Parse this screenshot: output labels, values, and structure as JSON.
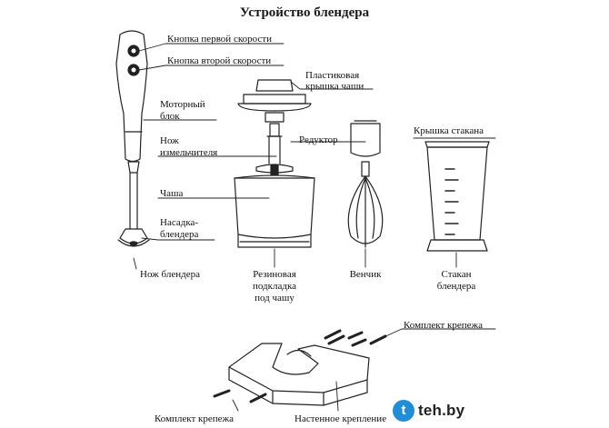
{
  "title": "Устройство блендера",
  "labels": {
    "speed1": "Кнопка первой скорости",
    "speed2": "Кнопка второй скорости",
    "motor_l1": "Моторный",
    "motor_l2": "блок",
    "knife_l1": "Нож",
    "knife_l2": "измельчителя",
    "bowl": "Чаша",
    "attach_l1": "Насадка-",
    "attach_l2": "блендера",
    "blender_knife": "Нож блендера",
    "lid_l1": "Пластиковая",
    "lid_l2": "крышка чаши",
    "gearbox": "Редуктор",
    "cup_lid": "Крышка стакана",
    "rubber_l1": "Резиновая",
    "rubber_l2": "подкладка",
    "rubber_l3": "под чашу",
    "whisk": "Венчик",
    "cup_l1": "Стакан",
    "cup_l2": "блендера",
    "mount_kit_top": "Комплект крепежа",
    "mount_kit_bottom": "Комплект крепежа",
    "wall_mount": "Настенное крепление"
  },
  "watermark": {
    "badge": "t",
    "text": "teh.by",
    "badge_color": "#1f8ed6"
  }
}
